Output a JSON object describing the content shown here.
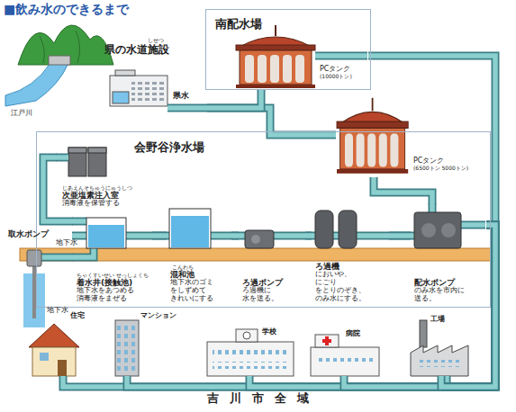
{
  "diagram": {
    "title": "■飲み水のできるまで",
    "nodes": [
      {
        "text": [
          "しせつ",
          "県の水道施設"
        ]
      },
      {
        "text": [
          "南配水場"
        ]
      },
      {
        "text": [
          "PCタンク",
          "(10000トン)"
        ],
        "in": 1
      },
      {
        "text": [
          "会野谷浄水場"
        ]
      },
      {
        "text": [
          "じあえんそちゅうにゅうしつ",
          "次亜塩素注入室",
          "消毒液を保管する"
        ],
        "in": 3
      },
      {
        "text": [
          "PCタンク",
          "(6500トン 5000トン)"
        ],
        "in": 3
      },
      {
        "text": [
          "ちゃくすいせい せっしょくち",
          "着水井(接触池)",
          "地下水をあつめる 消毒液をまぜる"
        ],
        "in": 3
      },
      {
        "text": [
          "こんわち",
          "混和池",
          "地下水のゴミ をしずめて きれいにする"
        ],
        "in": 3
      },
      {
        "text": [
          "ろ過ポンプ",
          "ろ過機に 水を送る。"
        ],
        "in": 3
      },
      {
        "text": [
          "ろ過機",
          "においや、にごり をとりのぞき、 のみ水にする。"
        ],
        "in": 3
      },
      {
        "text": [
          "配水ポンプ",
          "のみ水を市内に 送る。"
        ],
        "in": 3
      },
      {
        "text": [
          "取水ポンプ"
        ]
      },
      {
        "text": [
          "住宅"
        ]
      },
      {
        "text": [
          "マンション"
        ]
      },
      {
        "text": [
          "学校"
        ]
      },
      {
        "text": [
          "病院"
        ]
      },
      {
        "text": [
          "工場"
        ]
      }
    ],
    "edges": [
      {
        "from": 0,
        "to": 5,
        "label": "県水",
        "arrow": "none"
      },
      {
        "from": 0,
        "to": 2,
        "arrow": "none"
      },
      {
        "from": 11,
        "to": 6,
        "arrow": "none"
      },
      {
        "from": 4,
        "to": 6,
        "arrow": "none"
      },
      {
        "from": 6,
        "to": 7,
        "arrow": "none"
      },
      {
        "from": 7,
        "to": 8,
        "arrow": "none"
      },
      {
        "from": 8,
        "to": 9,
        "arrow": "none"
      },
      {
        "from": 9,
        "to": 10,
        "arrow": "none"
      },
      {
        "from": 5,
        "to": 10,
        "arrow": "none"
      },
      {
        "from": 2,
        "to": 16,
        "arrow": "none"
      },
      {
        "from": 10,
        "to": 12,
        "arrow": "none"
      },
      {
        "from": 10,
        "to": 13,
        "arrow": "none"
      },
      {
        "from": 10,
        "to": 14,
        "arrow": "none"
      },
      {
        "from": 10,
        "to": 15,
        "arrow": "none"
      },
      {
        "from": 10,
        "to": 16,
        "arrow": "none"
      }
    ],
    "labels": [
      "江戸川",
      "地下水",
      "地下水",
      "吉川市全域"
    ]
  }
}
